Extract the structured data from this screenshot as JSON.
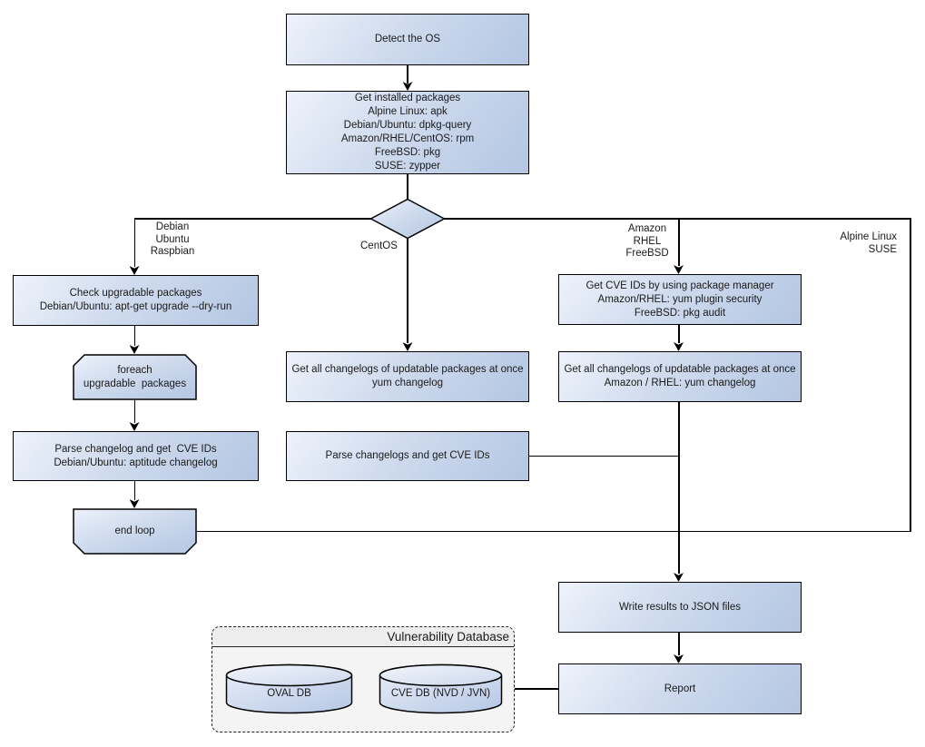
{
  "colors": {
    "background": "#ffffff",
    "node_gradient_start": "#eef2fb",
    "node_gradient_end": "#b3c6e2",
    "node_border": "#000000",
    "connector": "#000000",
    "text": "#1a1a1a",
    "db_container_fill": "#f4f4f4",
    "db_container_title_fill": "#ededed"
  },
  "nodes": {
    "detect_os": "Detect the OS",
    "get_installed_packages": "Get installed packages\nAlpine Linux: apk\nDebian/Ubuntu: dpkg-query\nAmazon/RHEL/CentOS: rpm\nFreeBSD: pkg\nSUSE: zypper",
    "check_upgradable_packages": "Check upgradable packages\nDebian/Ubuntu: apt-get upgrade --dry-run",
    "foreach_loop_start": "foreach\nupgradable  packages",
    "parse_changelog_deb": "Parse changelog and get  CVE IDs\nDebian/Ubuntu: aptitude changelog",
    "end_loop": "end loop",
    "get_changelogs_centos": "Get all changelogs of updatable packages at once\nyum changelog",
    "parse_changelogs_centos": "Parse changelogs and get CVE IDs",
    "get_cve_ids_pkg_manager": "Get CVE IDs by using package manager\nAmazon/RHEL: yum plugin security\nFreeBSD: pkg audit",
    "get_changelogs_amazon": "Get all changelogs of updatable packages at once\nAmazon / RHEL: yum changelog",
    "write_results": "Write results to JSON files",
    "report": "Report"
  },
  "branch_labels": {
    "debian": "Debian\nUbuntu\nRaspbian",
    "centos": "CentOS",
    "amazon": "Amazon\nRHEL\nFreeBSD",
    "alpine": "Alpine Linux\nSUSE"
  },
  "vulnerability_database": {
    "title": "Vulnerability Database",
    "oval_db": "OVAL DB",
    "cve_db": "CVE DB (NVD / JVN)"
  }
}
